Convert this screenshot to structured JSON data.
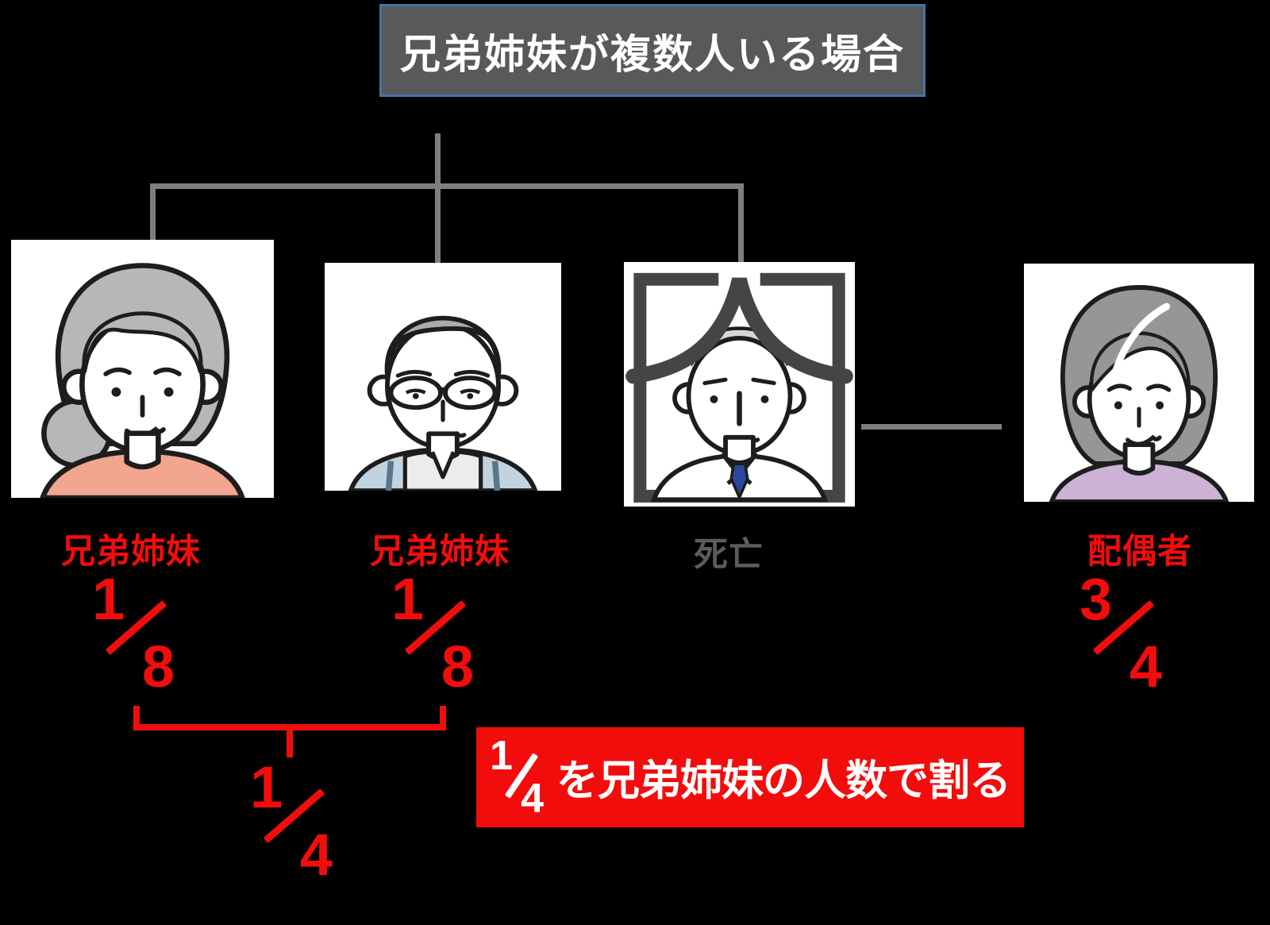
{
  "title": "兄弟姉妹が複数人いる場合",
  "people": [
    {
      "label": "兄弟姉妹",
      "share_numerator": "1",
      "share_denominator": "8",
      "illustration": "elderly-woman"
    },
    {
      "label": "兄弟姉妹",
      "share_numerator": "1",
      "share_denominator": "8",
      "illustration": "elderly-man-glasses"
    },
    {
      "label": "死亡",
      "illustration": "deceased-man-memorial-portrait"
    },
    {
      "label": "配偶者",
      "share_numerator": "3",
      "share_denominator": "4",
      "illustration": "middle-aged-woman"
    }
  ],
  "combined_share": {
    "numerator": "1",
    "denominator": "4"
  },
  "note_box": {
    "numerator": "1",
    "denominator": "4",
    "text": "を兄弟姉妹の人数で割る"
  },
  "colors": {
    "accent_red": "#f30c0c",
    "tree_line_gray": "#7e7e7e",
    "title_bg": "#58595b",
    "title_border": "#4474a8",
    "deceased_label_gray": "#5c5c5c",
    "memorial_frame_gray": "#454545",
    "shirt_coral": "#f2a68f",
    "shirt_blue_gray": "#c2d3e0",
    "shirt_lavender": "#cdb2d6",
    "tie_blue": "#2b4a9e"
  }
}
